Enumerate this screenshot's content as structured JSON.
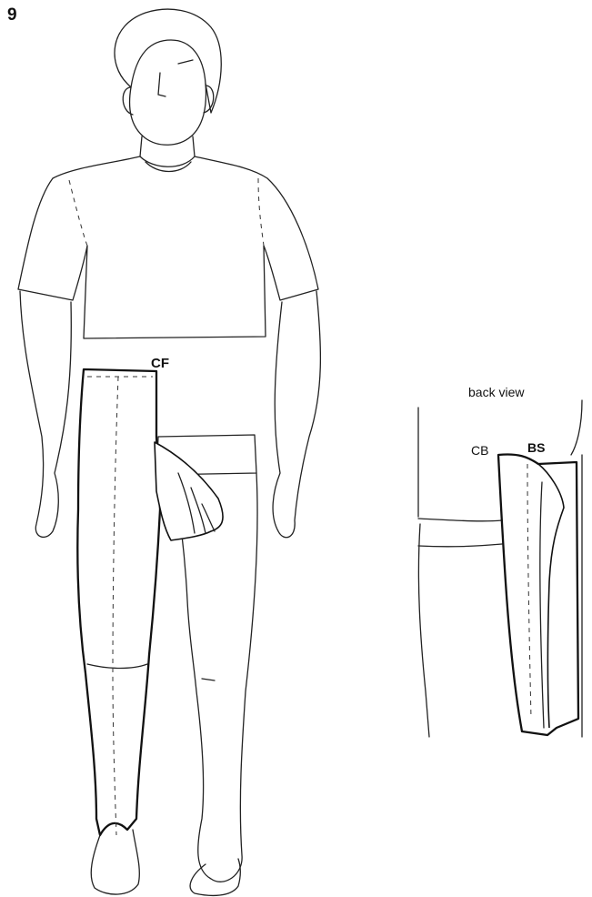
{
  "figure": {
    "number": "9",
    "labels": {
      "center_front": "CF",
      "back_view_caption": "back view",
      "center_back": "CB",
      "back_seam": "BS"
    }
  }
}
